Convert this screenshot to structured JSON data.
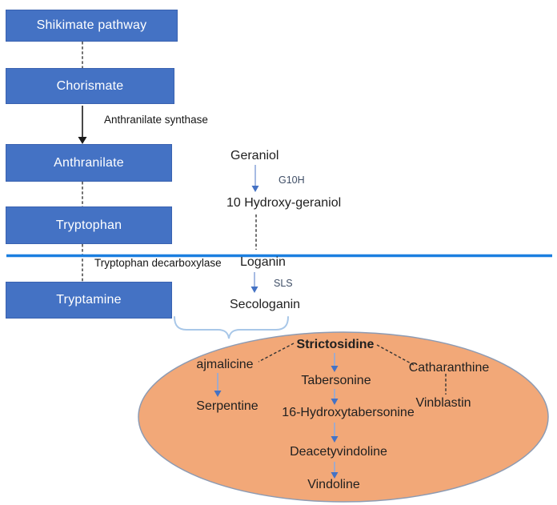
{
  "colors": {
    "box_blue": "#4472C4",
    "box_border": "#3A62B0",
    "divider_blue": "#1B7FE0",
    "arrow_stem_blue": "#8FAADC",
    "arrow_head_blue": "#4472C4",
    "ellipse_fill": "#F2A878",
    "ellipse_border": "#8D9BB3",
    "brace_blue": "#A8C7E8",
    "text_dark": "#1F1F1F",
    "enzyme_navy": "#3F4E66",
    "line_black": "#1A1A1A"
  },
  "left_pathway": {
    "boxes": [
      {
        "label": "Shikimate pathway"
      },
      {
        "label": "Chorismate"
      },
      {
        "label": "Anthranilate"
      },
      {
        "label": "Tryptophan"
      },
      {
        "label": "Tryptamine"
      }
    ],
    "anthranilate_synthase_label": "Anthranilate synthase",
    "tryptophan_decarboxylase_label": "Tryptophan decarboxylase"
  },
  "terpenoid_pathway": {
    "geraniol": "Geraniol",
    "g10h_label": "G10H",
    "hydroxy_geraniol": "10 Hydroxy-geraniol",
    "loganin": "Loganin",
    "sls_label": "SLS",
    "secologanin": "Secologanin"
  },
  "alkaloid_ellipse": {
    "strictosidine": "Strictosidine",
    "ajmalicine": "ajmalicine",
    "catharanthine": "Catharanthine",
    "tabersonine": "Tabersonine",
    "serpentine": "Serpentine",
    "hydroxytabersonine": "16-Hydroxytabersonine",
    "vinblastin": "Vinblastin",
    "deacetyvindoline": "Deacetyvindoline",
    "vindoline": "Vindoline"
  }
}
